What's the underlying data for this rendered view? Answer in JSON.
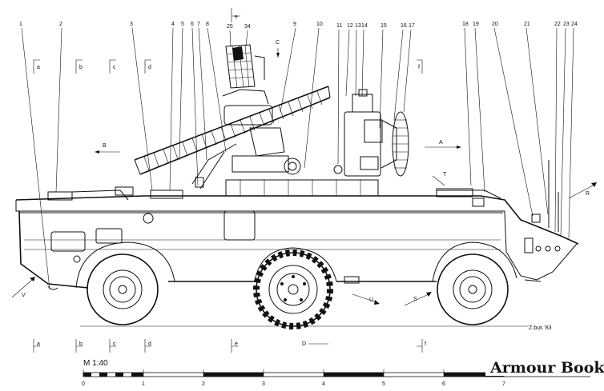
{
  "callouts": [
    "1",
    "2",
    "3",
    "4",
    "5",
    "6",
    "7",
    "8",
    "25",
    "34",
    "9",
    "10",
    "11",
    "12",
    "13",
    "14",
    "15",
    "16",
    "17",
    "18",
    "19",
    "20",
    "21",
    "22",
    "23",
    "24"
  ],
  "section_labels": {
    "top": [
      "a",
      "b",
      "c",
      "d",
      "e",
      "f"
    ],
    "bottom": [
      "a",
      "b",
      "c",
      "d",
      "e",
      "D",
      "f"
    ],
    "side": [
      "B",
      "C",
      "A",
      "T",
      "R",
      "V",
      "U",
      "S"
    ]
  },
  "scale": {
    "label": "M 1:40",
    "ticks": [
      "0",
      "1",
      "2",
      "3",
      "4",
      "5",
      "6",
      "7"
    ]
  },
  "signature": "Z.bus '83",
  "watermark": "Armour Book",
  "icons": [
    "wheel-icon",
    "launcher-icon",
    "radar-dish-icon",
    "antenna-icon"
  ]
}
